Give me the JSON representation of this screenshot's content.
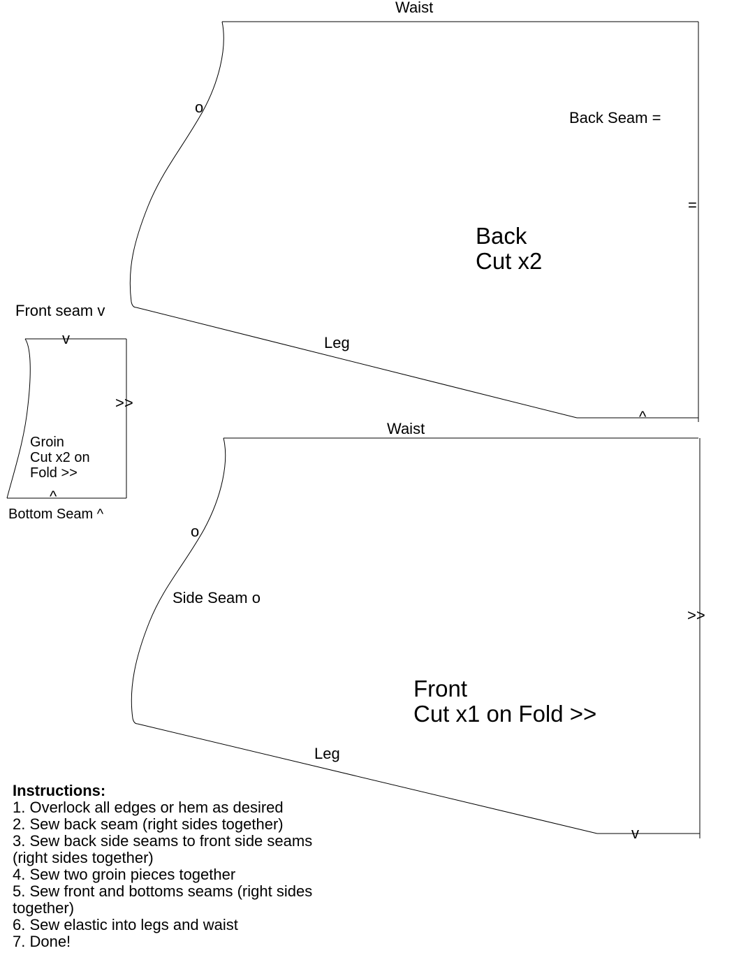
{
  "back_piece": {
    "waist_label": "Waist",
    "leg_label": "Leg",
    "back_seam_label": "Back Seam =",
    "back_seam_mark": "=",
    "bottom_mark": "^",
    "side_seam_mark": "o",
    "name_line1": "Back",
    "name_line2": "Cut x2"
  },
  "groin_piece": {
    "front_seam_label": "Front seam v",
    "top_mark": "v",
    "fold_mark": ">>",
    "name_line1": "Groin",
    "name_line2": "Cut x2 on",
    "name_line3": "Fold >>",
    "bottom_mark": "^",
    "bottom_seam_label": "Bottom Seam ^"
  },
  "front_piece": {
    "waist_label": "Waist",
    "leg_label": "Leg",
    "side_seam_mark": "o",
    "side_seam_label": "Side Seam o",
    "fold_mark": ">>",
    "bottom_mark": "v",
    "name_line1": "Front",
    "name_line2": "Cut x1 on Fold >>"
  },
  "instructions": {
    "title": "Instructions:",
    "steps": [
      "1. Overlock all edges or hem as desired",
      "2. Sew back seam (right sides together)",
      "3. Sew back side seams to front side seams (right sides together)",
      "4. Sew two groin pieces together",
      "5. Sew front and bottoms seams (right sides together)",
      "6. Sew elastic into legs and waist",
      "7. Done!"
    ]
  }
}
